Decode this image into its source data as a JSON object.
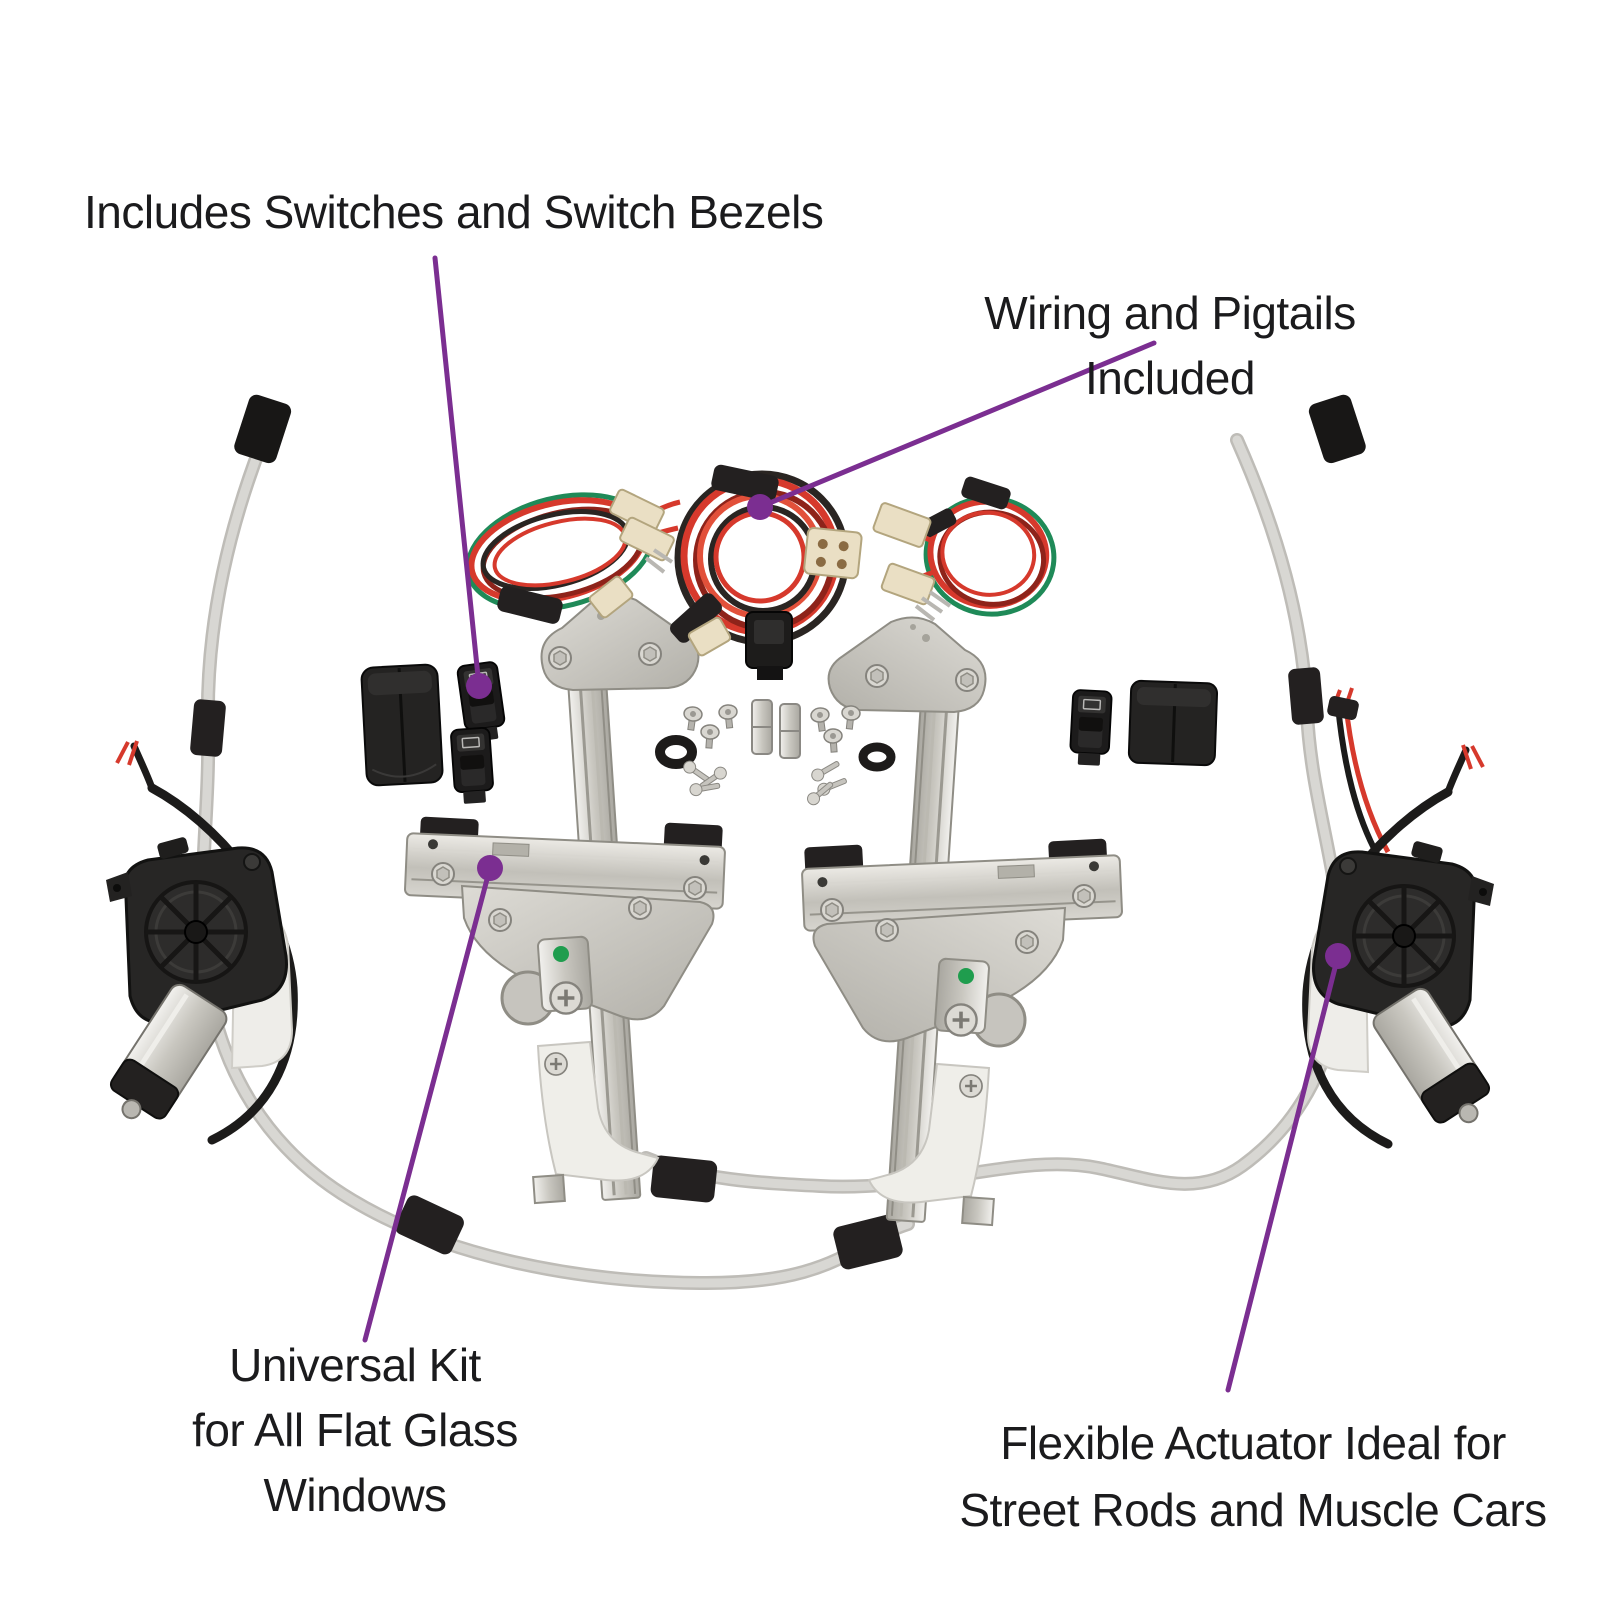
{
  "image_type": "annotated-product-photo",
  "product": "universal power window regulator kit",
  "colors": {
    "background": "#ffffff",
    "text": "#1b1b1d",
    "accent_purple": "#7b2e91",
    "wire_red": "#d6392c",
    "wire_dark_red": "#8e231a",
    "wire_green": "#1f8a58",
    "indicator_green": "#1f9d4e",
    "cable_white": "#d8d7d3",
    "metal_silver": "#c9c7c1",
    "part_black": "#232221",
    "connector_beige": "#eadfc4"
  },
  "annotations": {
    "switches": {
      "label": "Includes Switches and Switch Bezels"
    },
    "wiring": {
      "label": "Wiring and Pigtails Included"
    },
    "universal_kit": {
      "line1": "Universal Kit",
      "line2": "for All Flat Glass Windows"
    },
    "actuator": {
      "line1": "Flexible Actuator Ideal for",
      "line2": "Street Rods and Muscle Cars"
    }
  },
  "parts": {
    "left_motor": "power-window-motor",
    "right_motor": "power-window-motor",
    "left_regulator": "window-regulator",
    "right_regulator": "window-regulator",
    "harness_left": "switch-pigtail-harness",
    "harness_center": "main-wiring-harness",
    "harness_right": "motor-pigtail-harness",
    "switches": "rocker-window-switch",
    "bezels": "switch-bezel",
    "hardware": "mounting-hardware",
    "cables": "flexible-drive-cable"
  }
}
